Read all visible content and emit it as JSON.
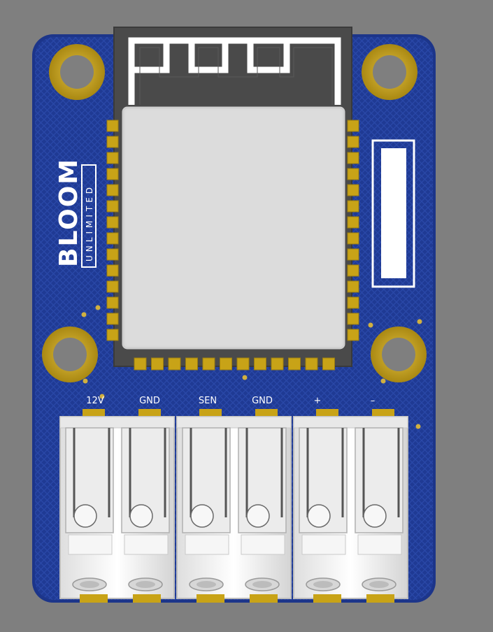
{
  "logo": {
    "brand": "BLOOM",
    "tagline": "UNLIMITED"
  },
  "terminals": {
    "labels": [
      "12V",
      "GND",
      "SEN",
      "GND",
      "+",
      "–"
    ]
  },
  "colors": {
    "background": "#7f7f7f",
    "board": "#1f3a94",
    "silkscreen": "#ffffff",
    "gold_pad": "#c8a317",
    "module_shield": "#dcdcdc",
    "antenna": "#4a4a4a",
    "connector_body": "#f2f2f2"
  }
}
